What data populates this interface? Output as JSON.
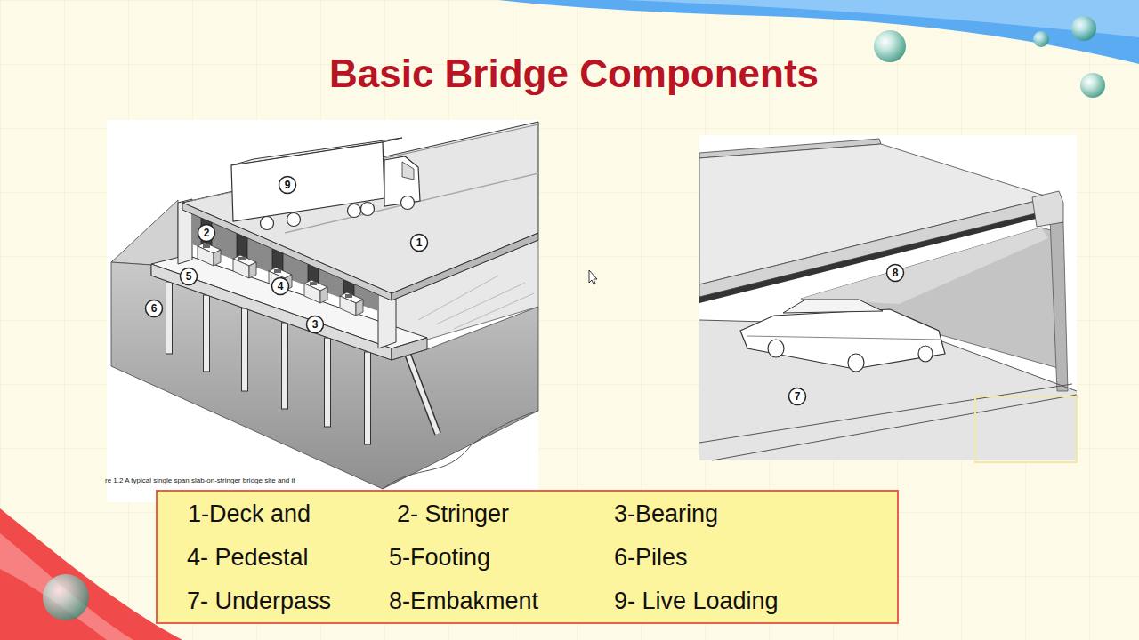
{
  "diagram": {
    "title": "Basic Bridge Components",
    "caption": "re 1.2 A typical single span slab-on-stringer bridge site and it",
    "nodes": [
      {
        "text": [
          "9"
        ]
      },
      {
        "text": [
          "2"
        ]
      },
      {
        "text": [
          "1"
        ]
      },
      {
        "text": [
          "5"
        ]
      },
      {
        "text": [
          "4"
        ]
      },
      {
        "text": [
          "6"
        ]
      },
      {
        "text": [
          "3"
        ]
      },
      {
        "text": [
          "8"
        ]
      },
      {
        "text": [
          "7"
        ]
      },
      {
        "text": [
          "1-Deck and",
          "2- Stringer",
          "3-Bearing",
          "4- Pedestal",
          "5-Footing",
          "6-Piles",
          "7- Underpass",
          "8-Embakment",
          "9- Live Loading"
        ]
      }
    ]
  }
}
